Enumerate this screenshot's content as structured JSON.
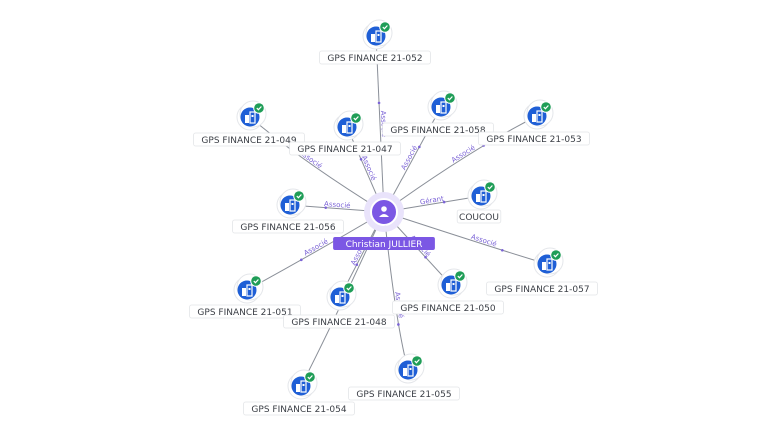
{
  "center": {
    "label": "Christian JULLIER",
    "icon": "person-icon"
  },
  "nodes": [
    {
      "id": "n052",
      "label": "GPS FINANCE 21-052",
      "edge_label": "Associé",
      "icon": "building-icon",
      "verified": true
    },
    {
      "id": "n049",
      "label": "GPS FINANCE 21-049",
      "edge_label": "Associé",
      "icon": "building-icon",
      "verified": true
    },
    {
      "id": "n047",
      "label": "GPS FINANCE 21-047",
      "edge_label": "Associé",
      "icon": "building-icon",
      "verified": true
    },
    {
      "id": "n058",
      "label": "GPS FINANCE 21-058",
      "edge_label": "Associé",
      "icon": "building-icon",
      "verified": true
    },
    {
      "id": "n053",
      "label": "GPS FINANCE 21-053",
      "edge_label": "Associé",
      "icon": "building-icon",
      "verified": true
    },
    {
      "id": "coucou",
      "label": "COUCOU",
      "edge_label": "Gérant",
      "icon": "building-icon",
      "verified": true
    },
    {
      "id": "n056",
      "label": "GPS FINANCE 21-056",
      "edge_label": "Associé",
      "icon": "building-icon",
      "verified": true
    },
    {
      "id": "n057",
      "label": "GPS FINANCE 21-057",
      "edge_label": "Associé",
      "icon": "building-icon",
      "verified": true
    },
    {
      "id": "n051",
      "label": "GPS FINANCE 21-051",
      "edge_label": "Associé",
      "icon": "building-icon",
      "verified": true
    },
    {
      "id": "n048",
      "label": "GPS FINANCE 21-048",
      "edge_label": "Associé",
      "icon": "building-icon",
      "verified": true
    },
    {
      "id": "n050",
      "label": "GPS FINANCE 21-050",
      "edge_label": "Associé",
      "icon": "building-icon",
      "verified": true
    },
    {
      "id": "n054",
      "label": "GPS FINANCE 21-054",
      "edge_label": "",
      "icon": "building-icon",
      "verified": true
    },
    {
      "id": "n055",
      "label": "GPS FINANCE 21-055",
      "edge_label": "Associé",
      "icon": "building-icon",
      "verified": true
    }
  ]
}
